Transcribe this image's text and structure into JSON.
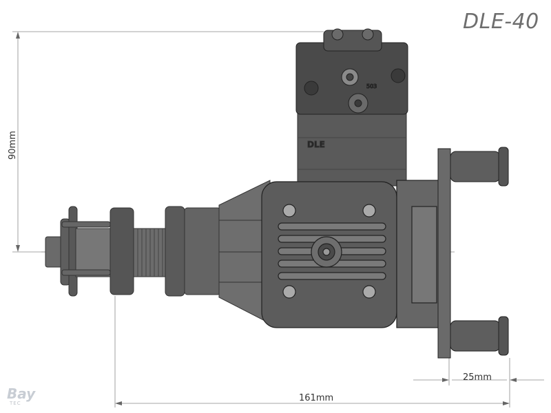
{
  "title": "DLE-40",
  "dimensions": {
    "height": "90mm",
    "length": "161mm",
    "flange": "25mm"
  },
  "logo": {
    "main": "Bay",
    "sub": "TEC"
  }
}
